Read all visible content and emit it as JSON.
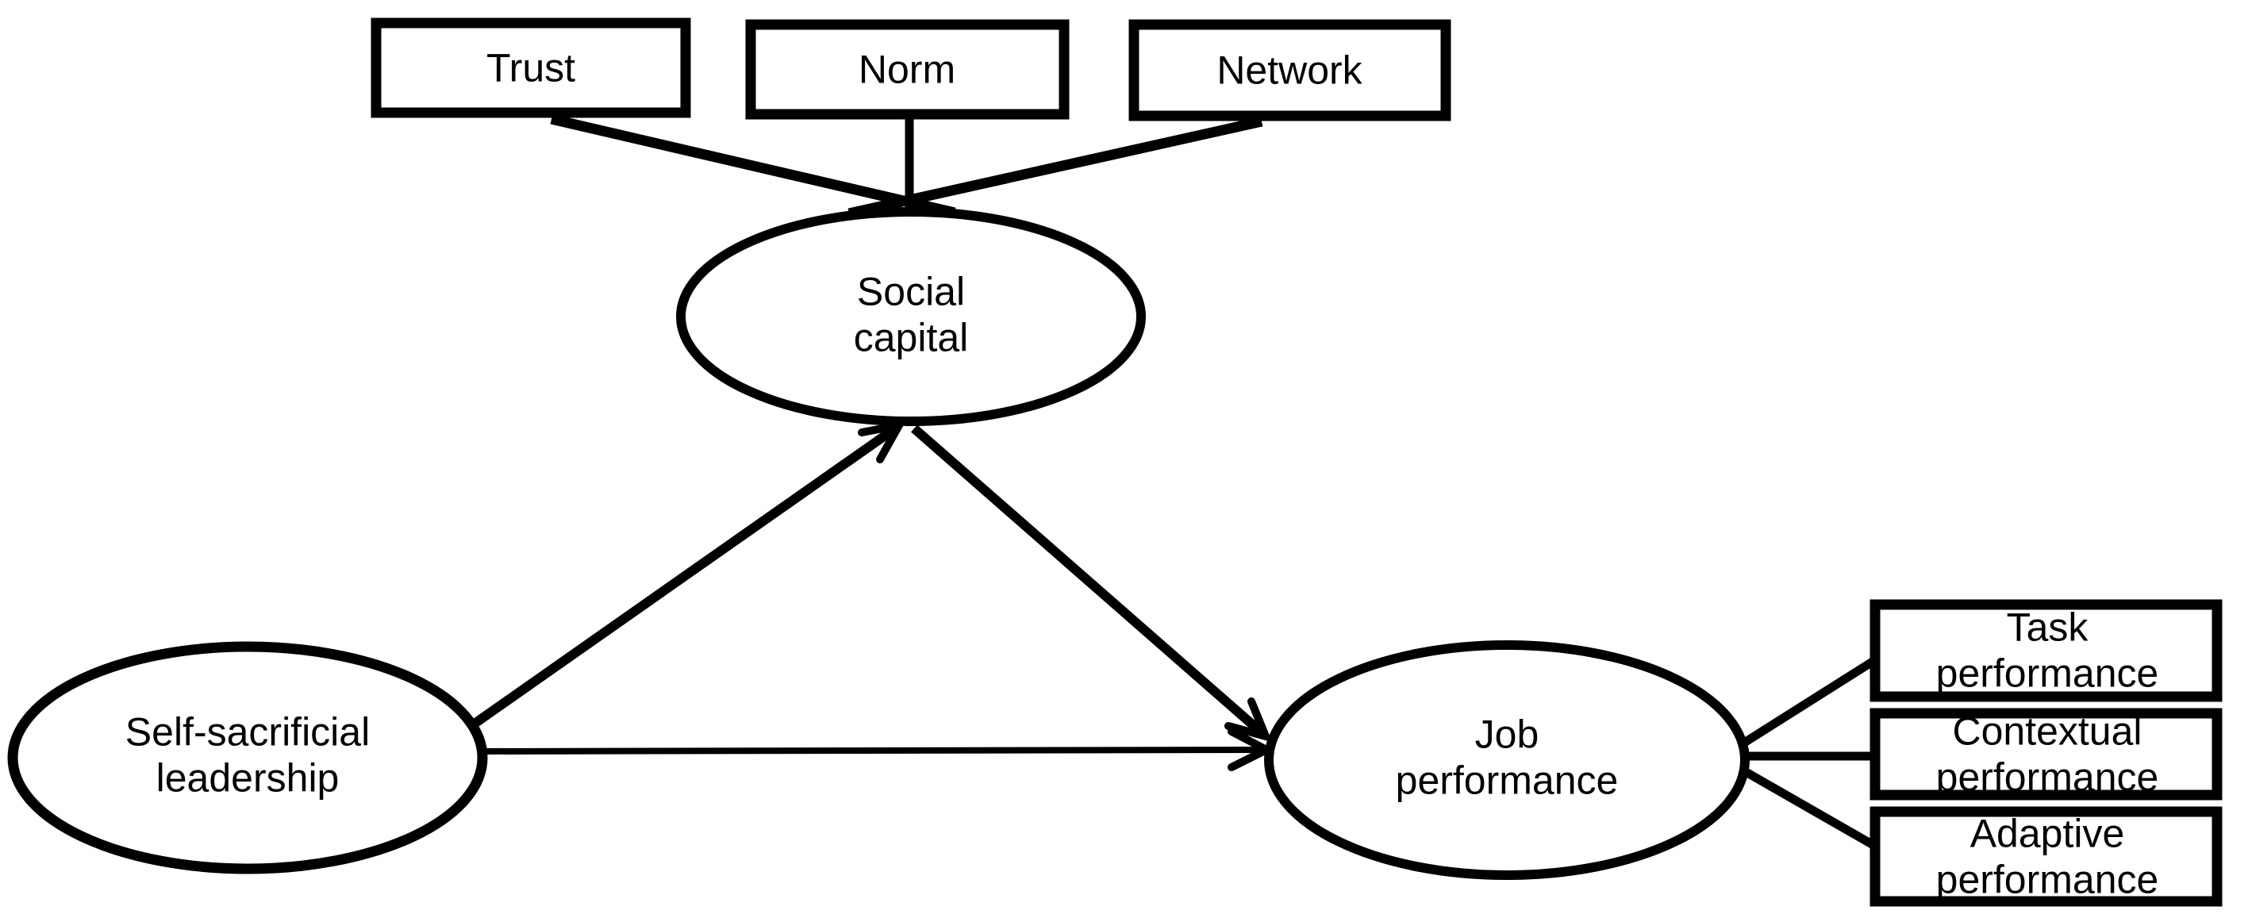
{
  "figure": {
    "type": "path-diagram",
    "background": "#ffffff",
    "line_color": "#000000",
    "text_color": "#000000"
  },
  "nodes": {
    "trust": {
      "label": "Trust",
      "shape": "rect"
    },
    "norm": {
      "label": "Norm",
      "shape": "rect"
    },
    "network": {
      "label": "Network",
      "shape": "rect"
    },
    "social_capital": {
      "label": "Social\ncapital",
      "shape": "ellipse"
    },
    "self_sacrificial_leadership": {
      "label": "Self-sacrificial\nleadership",
      "shape": "ellipse"
    },
    "job_performance": {
      "label": "Job\nperformance",
      "shape": "ellipse"
    },
    "task_performance": {
      "label": "Task\nperformance",
      "shape": "rect"
    },
    "contextual_performance": {
      "label": "Contextual\nperformance",
      "shape": "rect"
    },
    "adaptive_performance": {
      "label": "Adaptive\nperformance",
      "shape": "rect"
    }
  },
  "edges": [
    {
      "from": "trust",
      "to": "social_capital",
      "arrow": false
    },
    {
      "from": "norm",
      "to": "social_capital",
      "arrow": false
    },
    {
      "from": "network",
      "to": "social_capital",
      "arrow": false
    },
    {
      "from": "self_sacrificial_leadership",
      "to": "social_capital",
      "arrow": true
    },
    {
      "from": "social_capital",
      "to": "job_performance",
      "arrow": true
    },
    {
      "from": "self_sacrificial_leadership",
      "to": "job_performance",
      "arrow": true
    },
    {
      "from": "job_performance",
      "to": "task_performance",
      "arrow": false
    },
    {
      "from": "job_performance",
      "to": "contextual_performance",
      "arrow": false
    },
    {
      "from": "job_performance",
      "to": "adaptive_performance",
      "arrow": false
    }
  ]
}
